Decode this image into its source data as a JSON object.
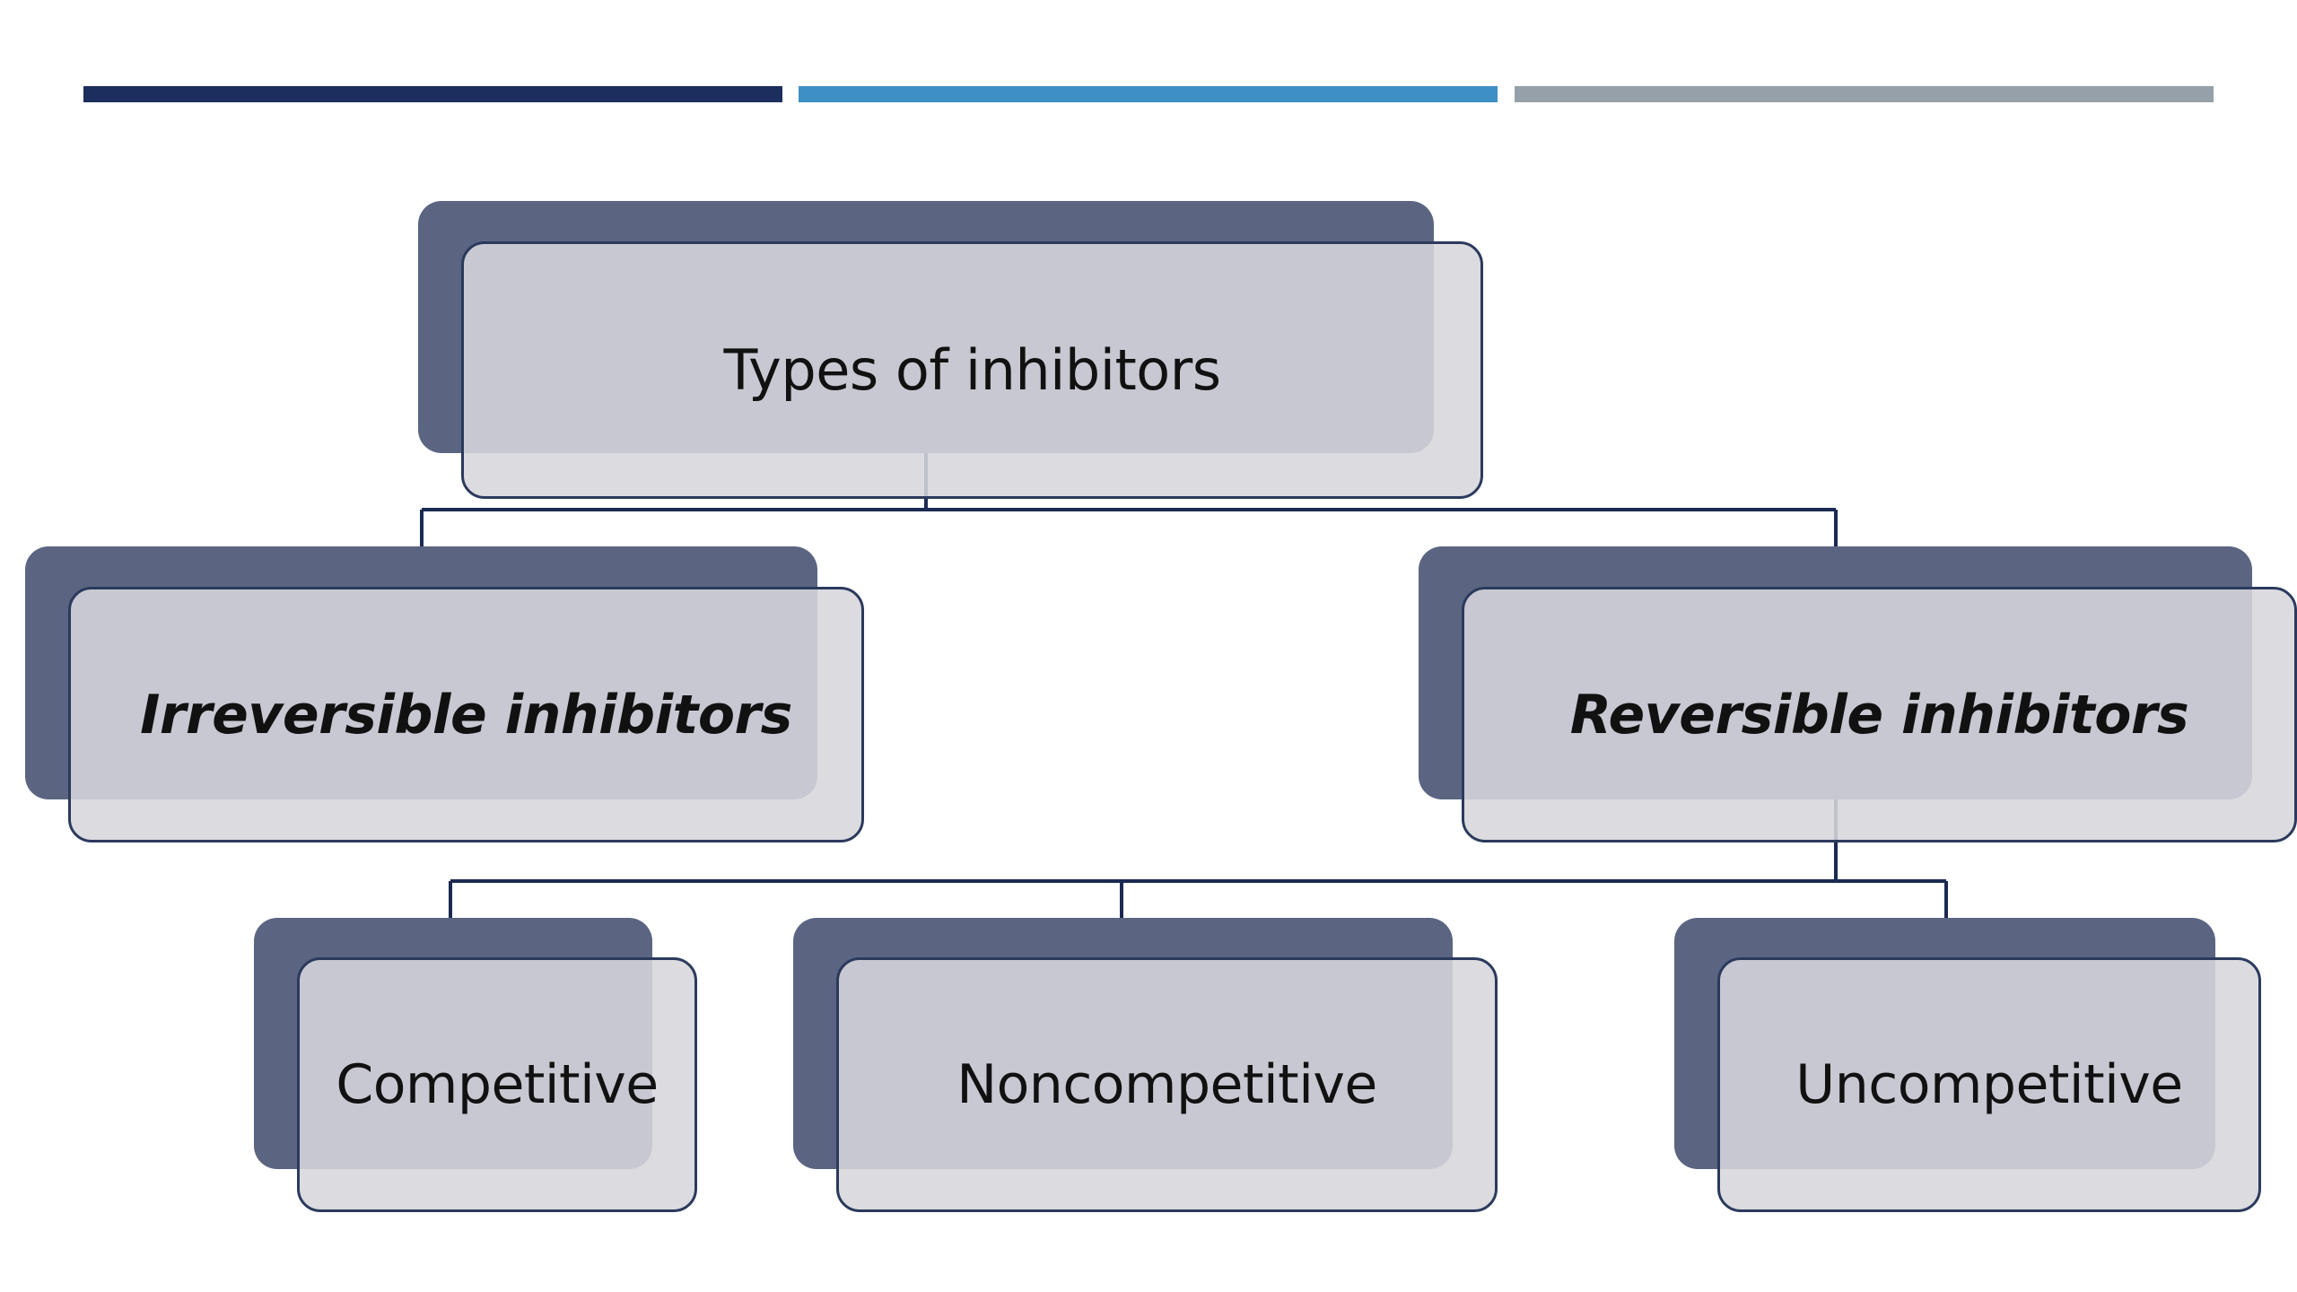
{
  "header_bars": {
    "colors": [
      "#1c2e5e",
      "#3e8fc4",
      "#96a0a8"
    ]
  },
  "diagram": {
    "root": {
      "label": "Types of inhibitors"
    },
    "level1": [
      {
        "label": "Irreversible inhibitors"
      },
      {
        "label": "Reversible inhibitors"
      }
    ],
    "level2": [
      {
        "label": "Competitive"
      },
      {
        "label": "Noncompetitive"
      },
      {
        "label": "Uncompetitive"
      }
    ]
  }
}
